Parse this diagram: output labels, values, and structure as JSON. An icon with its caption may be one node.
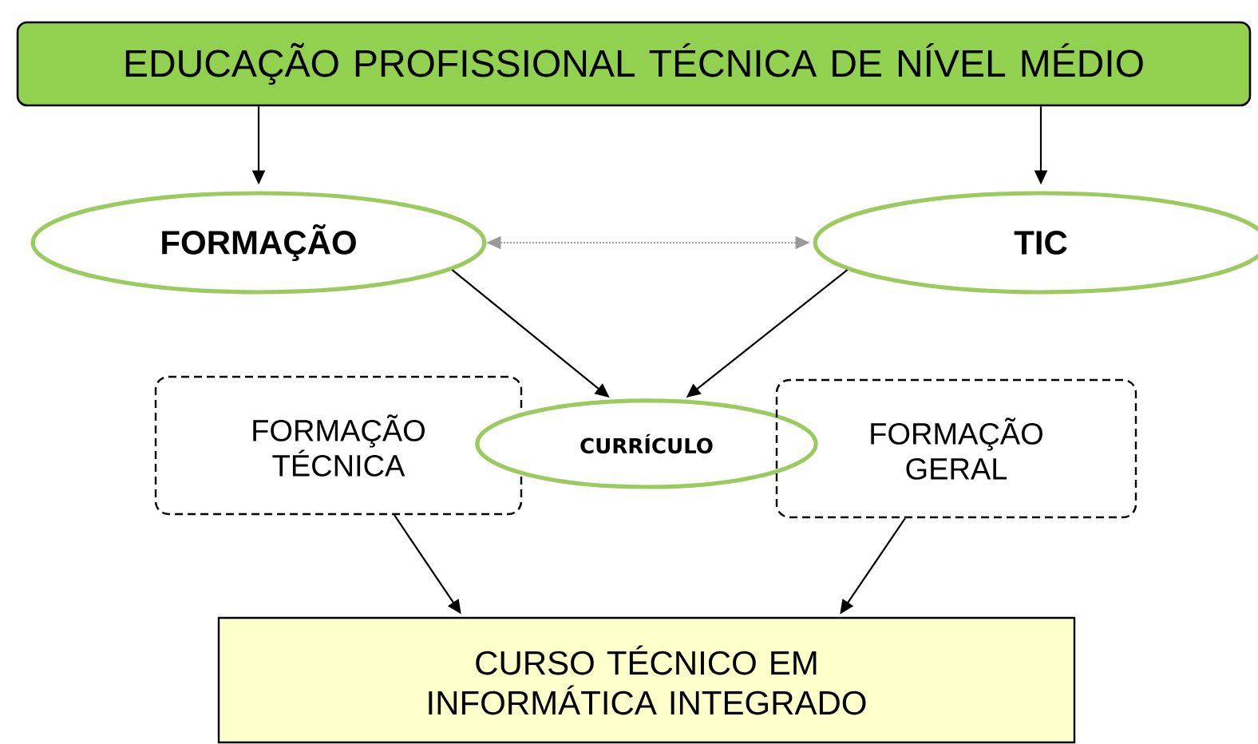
{
  "diagram": {
    "nodes": [
      {
        "text": [
          "EDUCAÇÃO PROFISSIONAL TÉCNICA DE NÍVEL MÉDIO"
        ]
      },
      {
        "text": [
          "FORMAÇÃO"
        ]
      },
      {
        "text": [
          "TIC"
        ]
      },
      {
        "text": [
          "FORMAÇÃO TÉCNICA"
        ]
      },
      {
        "text": [
          "CURRÍCULO"
        ]
      },
      {
        "text": [
          "FORMAÇÃO GERAL"
        ]
      },
      {
        "text": [
          "CURSO TÉCNICO EM INFORMÁTICA INTEGRADO"
        ]
      }
    ],
    "edges": [
      {
        "from": 0,
        "to": 1,
        "arrow": "to"
      },
      {
        "from": 0,
        "to": 2,
        "arrow": "to"
      },
      {
        "from": 1,
        "to": 2,
        "arrow": "both",
        "style": "dashed",
        "color": "#999999"
      },
      {
        "from": 1,
        "to": 4,
        "arrow": "to"
      },
      {
        "from": 2,
        "to": 4,
        "arrow": "to"
      },
      {
        "from": 3,
        "to": 6,
        "arrow": "to"
      },
      {
        "from": 5,
        "to": 6,
        "arrow": "to"
      }
    ]
  }
}
